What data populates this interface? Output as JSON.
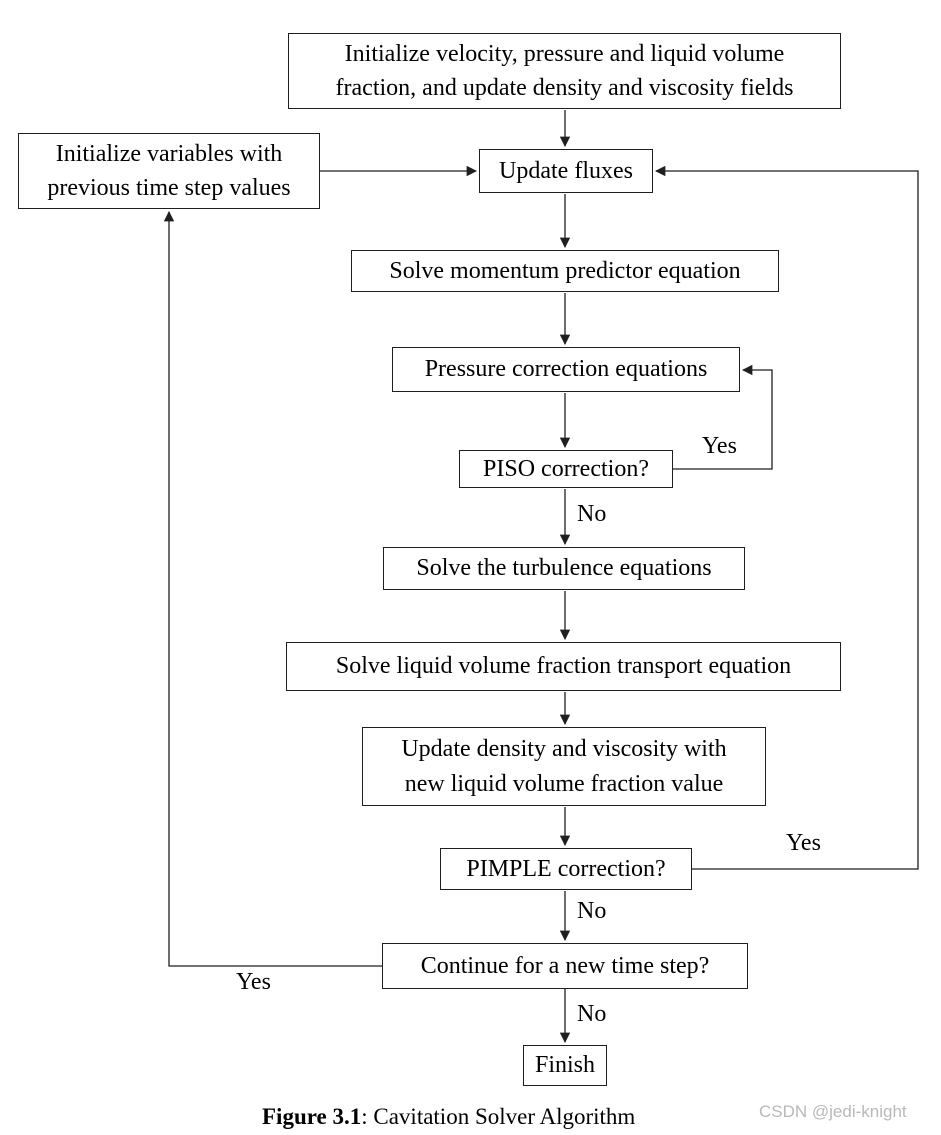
{
  "nodes": {
    "init": {
      "line1": "Initialize velocity, pressure and liquid volume",
      "line2": "fraction, and update density and viscosity fields"
    },
    "prev": {
      "line1": "Initialize variables with",
      "line2": "previous time step values"
    },
    "fluxes": {
      "label": "Update fluxes"
    },
    "momentum": {
      "label": "Solve momentum predictor equation"
    },
    "pressure": {
      "label": "Pressure correction equations"
    },
    "piso": {
      "label": "PISO correction?"
    },
    "turb": {
      "label": "Solve the turbulence equations"
    },
    "liquid": {
      "label": "Solve liquid volume fraction transport equation"
    },
    "density": {
      "line1": "Update density and viscosity with",
      "line2": "new liquid volume fraction value"
    },
    "pimple": {
      "label": "PIMPLE correction?"
    },
    "continue": {
      "label": "Continue for a new time step?"
    },
    "finish": {
      "label": "Finish"
    }
  },
  "labels": {
    "piso_yes": "Yes",
    "piso_no": "No",
    "pimple_yes": "Yes",
    "pimple_no": "No",
    "continue_yes": "Yes",
    "continue_no": "No"
  },
  "edges": [
    {
      "from": "init",
      "to": "fluxes",
      "label": ""
    },
    {
      "from": "prev",
      "to": "fluxes",
      "label": ""
    },
    {
      "from": "fluxes",
      "to": "momentum",
      "label": ""
    },
    {
      "from": "momentum",
      "to": "pressure",
      "label": ""
    },
    {
      "from": "pressure",
      "to": "piso",
      "label": ""
    },
    {
      "from": "piso",
      "to": "pressure",
      "label": "Yes"
    },
    {
      "from": "piso",
      "to": "turb",
      "label": "No"
    },
    {
      "from": "turb",
      "to": "liquid",
      "label": ""
    },
    {
      "from": "liquid",
      "to": "density",
      "label": ""
    },
    {
      "from": "density",
      "to": "pimple",
      "label": ""
    },
    {
      "from": "pimple",
      "to": "fluxes",
      "label": "Yes"
    },
    {
      "from": "pimple",
      "to": "continue",
      "label": "No"
    },
    {
      "from": "continue",
      "to": "prev",
      "label": "Yes"
    },
    {
      "from": "continue",
      "to": "finish",
      "label": "No"
    }
  ],
  "caption": {
    "label": "Figure 3.1",
    "text": ": Cavitation Solver Algorithm"
  },
  "watermark": "CSDN @jedi-knight",
  "colors": {
    "background": "#ffffff",
    "box_border": "#1f1f1f",
    "line": "#1f1f1f",
    "text": "#000000",
    "watermark": "#b9b9b9"
  }
}
